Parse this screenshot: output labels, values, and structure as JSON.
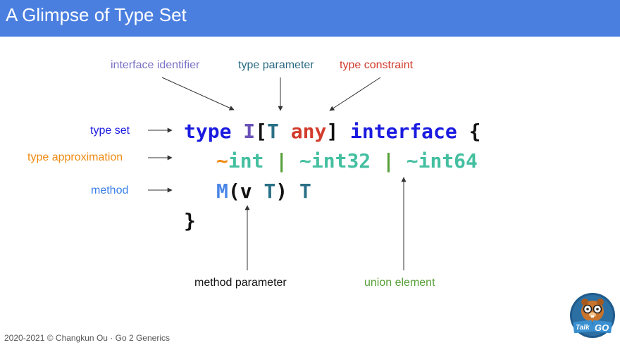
{
  "slide": {
    "title": "A Glimpse of Type Set",
    "footer": "2020-2021 © Changkun Ou · Go 2 Generics"
  },
  "annotations": {
    "interface_identifier": "interface identifier",
    "type_parameter": "type parameter",
    "type_constraint": "type constraint",
    "type_set": "type set",
    "type_approximation": "type approximation",
    "method": "method",
    "method_parameter": "method parameter",
    "union_element": "union element"
  },
  "code": {
    "line1": {
      "kw_type": "type",
      "ident": "I",
      "lbracket": "[",
      "param": "T",
      "constraint": "any",
      "rbracket": "]",
      "kw_interface": "interface",
      "lbrace": "{"
    },
    "line2": {
      "tilde1": "~",
      "t1": "int",
      "bar1": "|",
      "t2": "~int32",
      "bar2": "|",
      "t3": "~int64"
    },
    "line3": {
      "method_name": "M",
      "lparen": "(",
      "arg": "v",
      "arg_type": "T",
      "rparen": ")",
      "ret_type": "T"
    },
    "line4": {
      "rbrace": "}"
    }
  },
  "logo": {
    "text_talk": "Talk",
    "text_go": "GO"
  },
  "colors": {
    "title_bar": "#4a7fe0",
    "interface_identifier": "#7a72c4",
    "type_parameter": "#2a6b82",
    "type_constraint": "#d23b2c",
    "type_set": "#1a1ae0",
    "type_approximation": "#ef8a12",
    "method": "#3a7fe8",
    "union_element": "#58a03a"
  }
}
